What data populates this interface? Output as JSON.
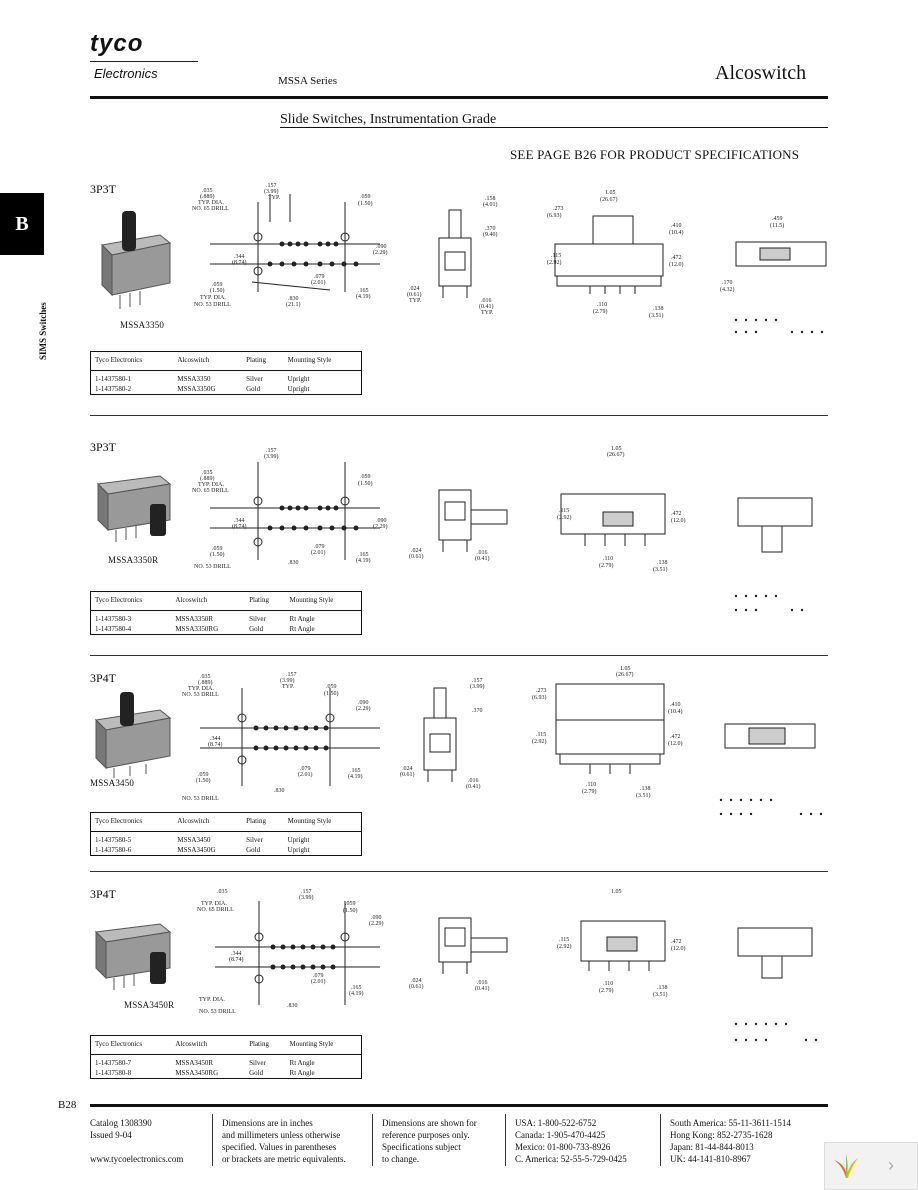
{
  "header": {
    "logo_main": "tyco",
    "logo_sub": "Electronics",
    "series": "MSSA Series",
    "brand": "Alcoswitch",
    "section_title": "Slide Switches, Instrumentation Grade",
    "see_page": "SEE PAGE B26 FOR PRODUCT SPECIFICATIONS"
  },
  "side": {
    "tab": "B",
    "text": "SIMS Switches"
  },
  "table_headers": [
    "Tyco Electronics",
    "Alcoswitch",
    "Plating",
    "Mounting Style"
  ],
  "sections": [
    {
      "pole": "3P3T",
      "part": "MSSA3350",
      "rows": [
        [
          "1-1437580-1",
          "MSSA3350",
          "Silver",
          "Upright"
        ],
        [
          "1-1437580-2",
          "MSSA3350G",
          "Gold",
          "Upright"
        ]
      ]
    },
    {
      "pole": "3P3T",
      "part": "MSSA3350R",
      "rows": [
        [
          "1-1437580-3",
          "MSSA3350R",
          "Silver",
          "Rt Angle"
        ],
        [
          "1-1437580-4",
          "MSSA3350RG",
          "Gold",
          "Rt Angle"
        ]
      ]
    },
    {
      "pole": "3P4T",
      "part": "MSSA3450",
      "rows": [
        [
          "1-1437580-5",
          "MSSA3450",
          "Silver",
          "Upright"
        ],
        [
          "1-1437580-6",
          "MSSA3450G",
          "Gold",
          "Upright"
        ]
      ]
    },
    {
      "pole": "3P4T",
      "part": "MSSA3450R",
      "rows": [
        [
          "1-1437580-7",
          "MSSA3450R",
          "Silver",
          "Rt Angle"
        ],
        [
          "1-1437580-8",
          "MSSA3450RG",
          "Gold",
          "Rt Angle"
        ]
      ]
    }
  ],
  "dims": {
    "d157": ".157",
    "d157m": "(3.99)",
    "typ": "TYP.",
    "d035": ".035",
    "d035m": "(.889)",
    "typdia": "TYP. DIA.",
    "drill65": "NO. 65 DRILL",
    "d344": ".344",
    "d344m": "(8.74)",
    "d059": ".059",
    "d059m": "(1.50)",
    "drill53": "NO. 53 DRILL",
    "d079": ".079",
    "d079m": "(2.01)",
    "d830": ".830",
    "d830m": "(21.1)",
    "d090": ".090",
    "d090m": "(2.29)",
    "d165": ".165",
    "d165m": "(4.19)",
    "d158": ".158",
    "d158m": "(4.01)",
    "d370": ".370",
    "d370m": "(9.40)",
    "d024": ".024",
    "d024m": "(0.61)",
    "d016": ".016",
    "d016m": "(0.41)",
    "d105": "1.05",
    "d105m": "(26.67)",
    "d273": ".273",
    "d273m": "(6.93)",
    "d410": ".410",
    "d410m": "(10.4)",
    "d472": ".472",
    "d472m": "(12.0)",
    "d115": ".115",
    "d115m": "(2.92)",
    "d110": ".110",
    "d110m": "(2.79)",
    "d138": ".138",
    "d138m": "(3.51)",
    "d459": ".459",
    "d459m": "(11.5)",
    "d170": ".170",
    "d170m": "(4.32)"
  },
  "footer": {
    "page": "B28",
    "col1": [
      "Catalog 1308390",
      "Issued 9-04",
      "www.tycoelectronics.com"
    ],
    "col2": [
      "Dimensions are in inches",
      "and millimeters unless otherwise",
      "specified. Values in parentheses",
      "or brackets are metric equivalents."
    ],
    "col3": [
      "Dimensions are shown for",
      "reference purposes only.",
      "Specifications subject",
      "to change."
    ],
    "col4": [
      "USA: 1-800-522-6752",
      "Canada: 1-905-470-4425",
      "Mexico: 01-800-733-8926",
      "C. America: 52-55-5-729-0425"
    ],
    "col5": [
      "South America: 55-11-3611-1514",
      "Hong Kong: 852-2735-1628",
      "Japan: 81-44-844-8013",
      "UK: 44-141-810-8967"
    ]
  }
}
